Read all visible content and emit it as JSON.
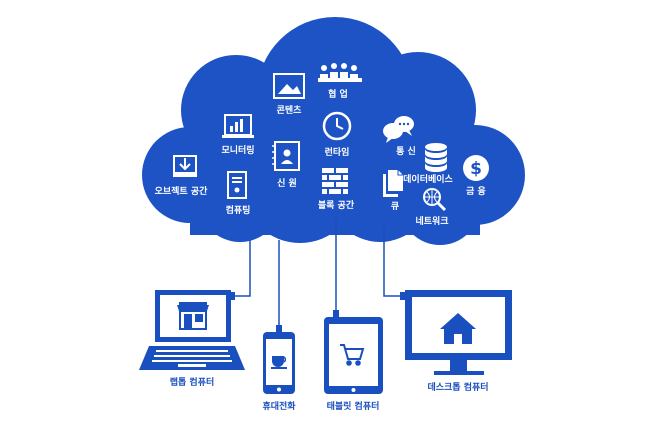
{
  "colors": {
    "cloud": "#1d53c4",
    "accent": "#1a4fbf",
    "icon": "#ffffff",
    "background": "#ffffff"
  },
  "cloud_services": [
    {
      "id": "content",
      "label": "콘텐츠",
      "icon": "image-icon"
    },
    {
      "id": "collaboration",
      "label": "협 업",
      "icon": "people-meeting-icon"
    },
    {
      "id": "monitoring",
      "label": "모니터링",
      "icon": "chart-monitor-icon"
    },
    {
      "id": "runtime",
      "label": "런타임",
      "icon": "clock-icon"
    },
    {
      "id": "communication",
      "label": "통 신",
      "icon": "chat-bubbles-icon"
    },
    {
      "id": "object-storage",
      "label": "오브젝트 공간",
      "icon": "download-tray-icon"
    },
    {
      "id": "identity",
      "label": "신 원",
      "icon": "id-book-icon"
    },
    {
      "id": "database",
      "label": "데이터베이스",
      "icon": "database-icon"
    },
    {
      "id": "finance",
      "label": "금 융",
      "icon": "dollar-icon"
    },
    {
      "id": "computing",
      "label": "컴퓨팅",
      "icon": "server-icon"
    },
    {
      "id": "block-storage",
      "label": "블록 공간",
      "icon": "brick-icon"
    },
    {
      "id": "queue",
      "label": "큐",
      "icon": "documents-icon"
    },
    {
      "id": "network",
      "label": "네트워크",
      "icon": "network-search-icon"
    }
  ],
  "devices": [
    {
      "id": "laptop",
      "label": "랩톱 컴퓨터",
      "icon": "laptop-store-icon"
    },
    {
      "id": "phone",
      "label": "휴대전화",
      "icon": "phone-coffee-icon"
    },
    {
      "id": "tablet",
      "label": "태블릿 컴퓨터",
      "icon": "tablet-cart-icon"
    },
    {
      "id": "desktop",
      "label": "데스크톱 컴퓨터",
      "icon": "desktop-home-icon"
    }
  ]
}
